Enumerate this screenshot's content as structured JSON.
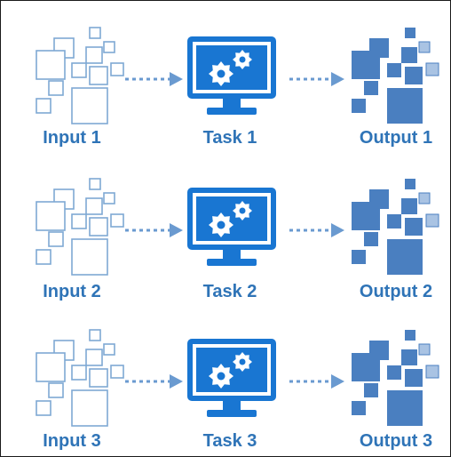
{
  "colors": {
    "input_outline": "#7ea8d4",
    "monitor": "#1976d2",
    "output_fill": "#4a7fc0",
    "output_light": "#a9c3e3",
    "arrow": "#6a9ad0",
    "label": "#2f74b7"
  },
  "rows": [
    {
      "input": {
        "label": "Input 1",
        "icon": "scattered-squares-outline-icon"
      },
      "task": {
        "label": "Task 1",
        "icon": "monitor-gears-icon"
      },
      "output": {
        "label": "Output 1",
        "icon": "scattered-squares-filled-icon"
      }
    },
    {
      "input": {
        "label": "Input 2",
        "icon": "scattered-squares-outline-icon"
      },
      "task": {
        "label": "Task 2",
        "icon": "monitor-gears-icon"
      },
      "output": {
        "label": "Output 2",
        "icon": "scattered-squares-filled-icon"
      }
    },
    {
      "input": {
        "label": "Input 3",
        "icon": "scattered-squares-outline-icon"
      },
      "task": {
        "label": "Task 3",
        "icon": "monitor-gears-icon"
      },
      "output": {
        "label": "Output 3",
        "icon": "scattered-squares-filled-icon"
      }
    }
  ]
}
